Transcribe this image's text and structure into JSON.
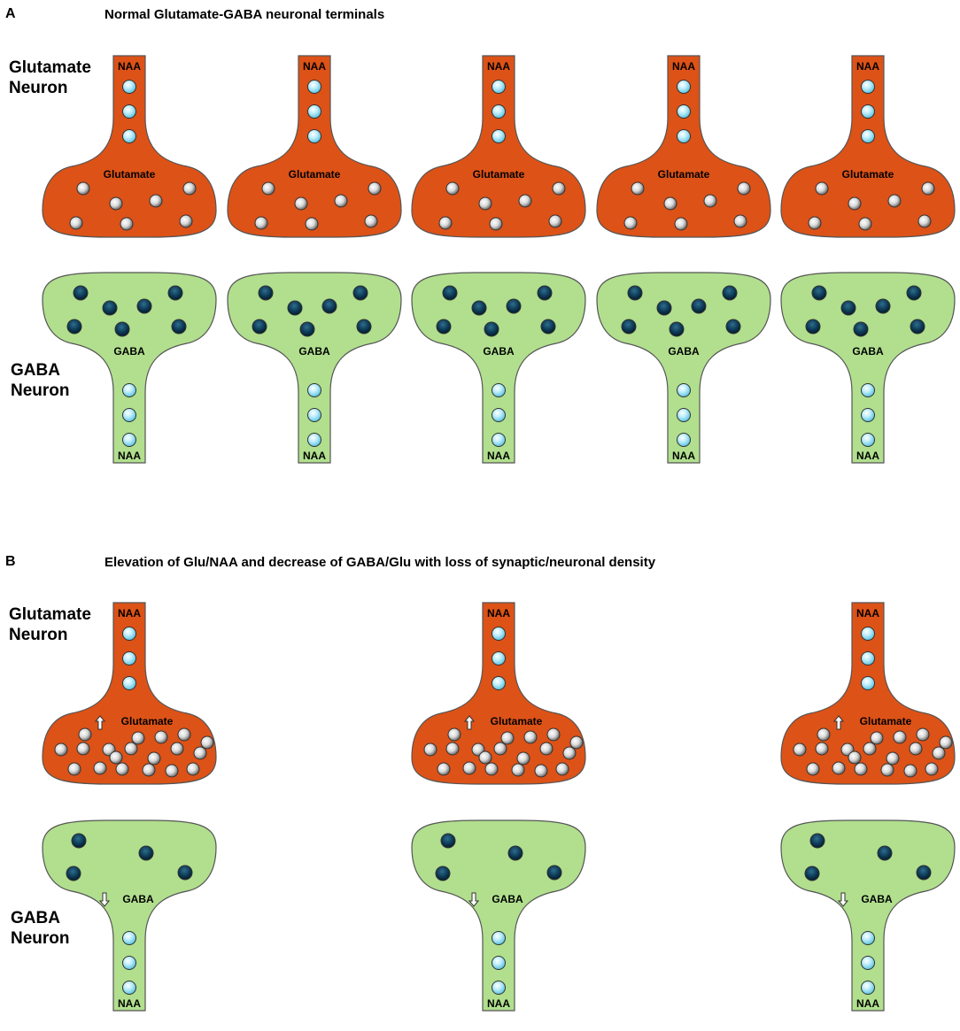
{
  "panel_a": {
    "letter": "A",
    "title": "Normal Glutamate-GABA neuronal terminals",
    "glutamate_label_line1": "Glutamate",
    "glutamate_label_line2": "Neuron",
    "gaba_label_line1": "GABA",
    "gaba_label_line2": "Neuron",
    "terminal_count": 5
  },
  "panel_b": {
    "letter": "B",
    "title": "Elevation of Glu/NAA and decrease of GABA/Glu with loss of synaptic/neuronal density",
    "glutamate_label_line1": "Glutamate",
    "glutamate_label_line2": "Neuron",
    "gaba_label_line1": "GABA",
    "gaba_label_line2": "Neuron",
    "terminal_count": 3
  },
  "terminal_labels": {
    "naa": "NAA",
    "glutamate": "Glutamate",
    "gaba": "GABA"
  },
  "colors": {
    "glutamate_terminal": "#dd5217",
    "gaba_terminal": "#b1df8e",
    "naa_vesicle": "#9fe2f5",
    "glutamate_vesicle": "#eeeeee",
    "gaba_vesicle": "#0c3a55",
    "outline": "#555555"
  }
}
